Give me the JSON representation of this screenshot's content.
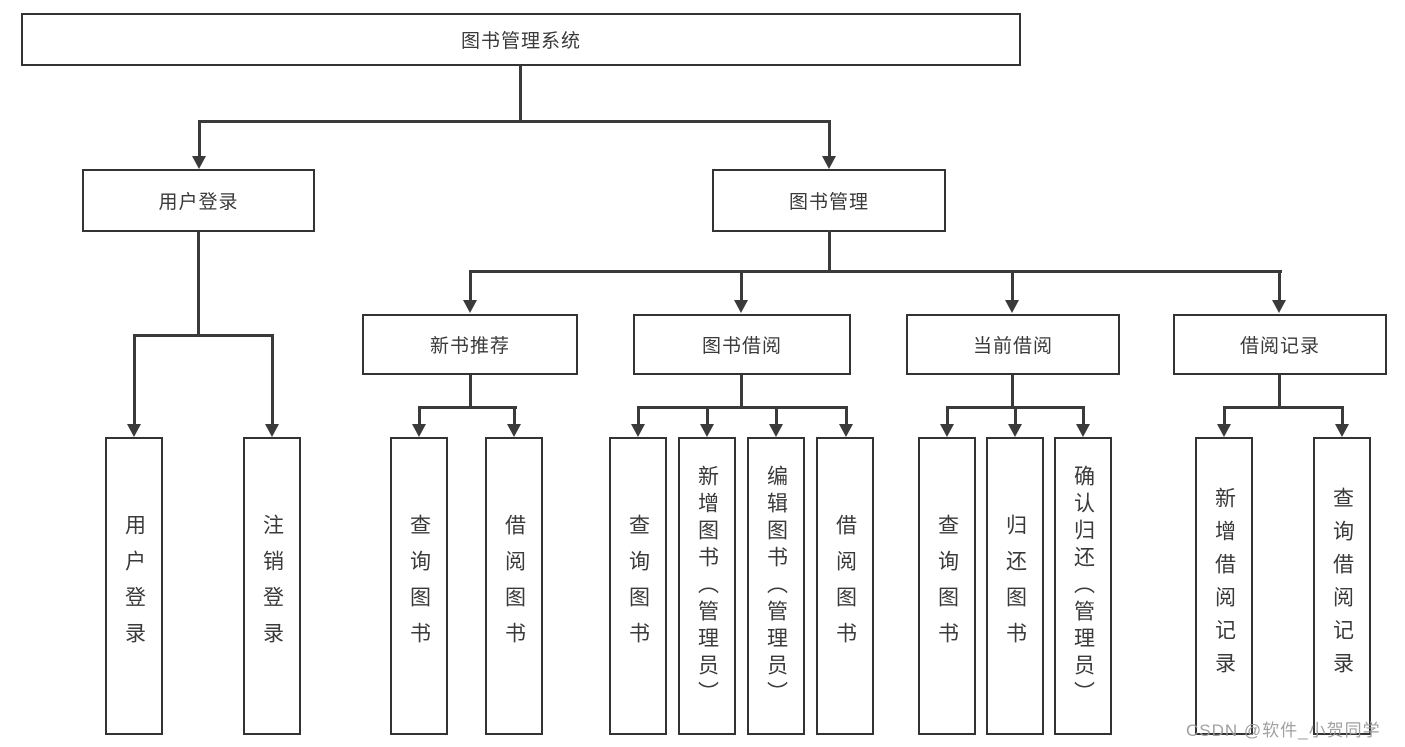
{
  "nodes": {
    "root": "图书管理系统",
    "user_login": "用户登录",
    "book_mgmt": "图书管理",
    "new_book_rec": "新书推荐",
    "book_borrow": "图书借阅",
    "current_borrow": "当前借阅",
    "borrow_records": "借阅记录",
    "leaf_user_login": "用户登录",
    "leaf_logout": "注销登录",
    "leaf_query_book_rec": "查询图书",
    "leaf_borrow_book_rec": "借阅图书",
    "leaf_query_book_borrow": "查询图书",
    "leaf_add_book_admin": "新增图书（管理员）",
    "leaf_edit_book_admin": "编辑图书（管理员）",
    "leaf_borrow_book_borrow": "借阅图书",
    "leaf_query_book_current": "查询图书",
    "leaf_return_book": "归还图书",
    "leaf_confirm_return_admin": "确认归还（管理员）",
    "leaf_add_borrow_record": "新增借阅记录",
    "leaf_query_borrow_record": "查询借阅记录"
  },
  "watermark": "CSDN @软件_小贺同学",
  "colors": {
    "line": "#3a3a3a",
    "border": "#333333",
    "text": "#3a3a3a",
    "watermark": "#9b9b9b",
    "background": "#ffffff"
  }
}
